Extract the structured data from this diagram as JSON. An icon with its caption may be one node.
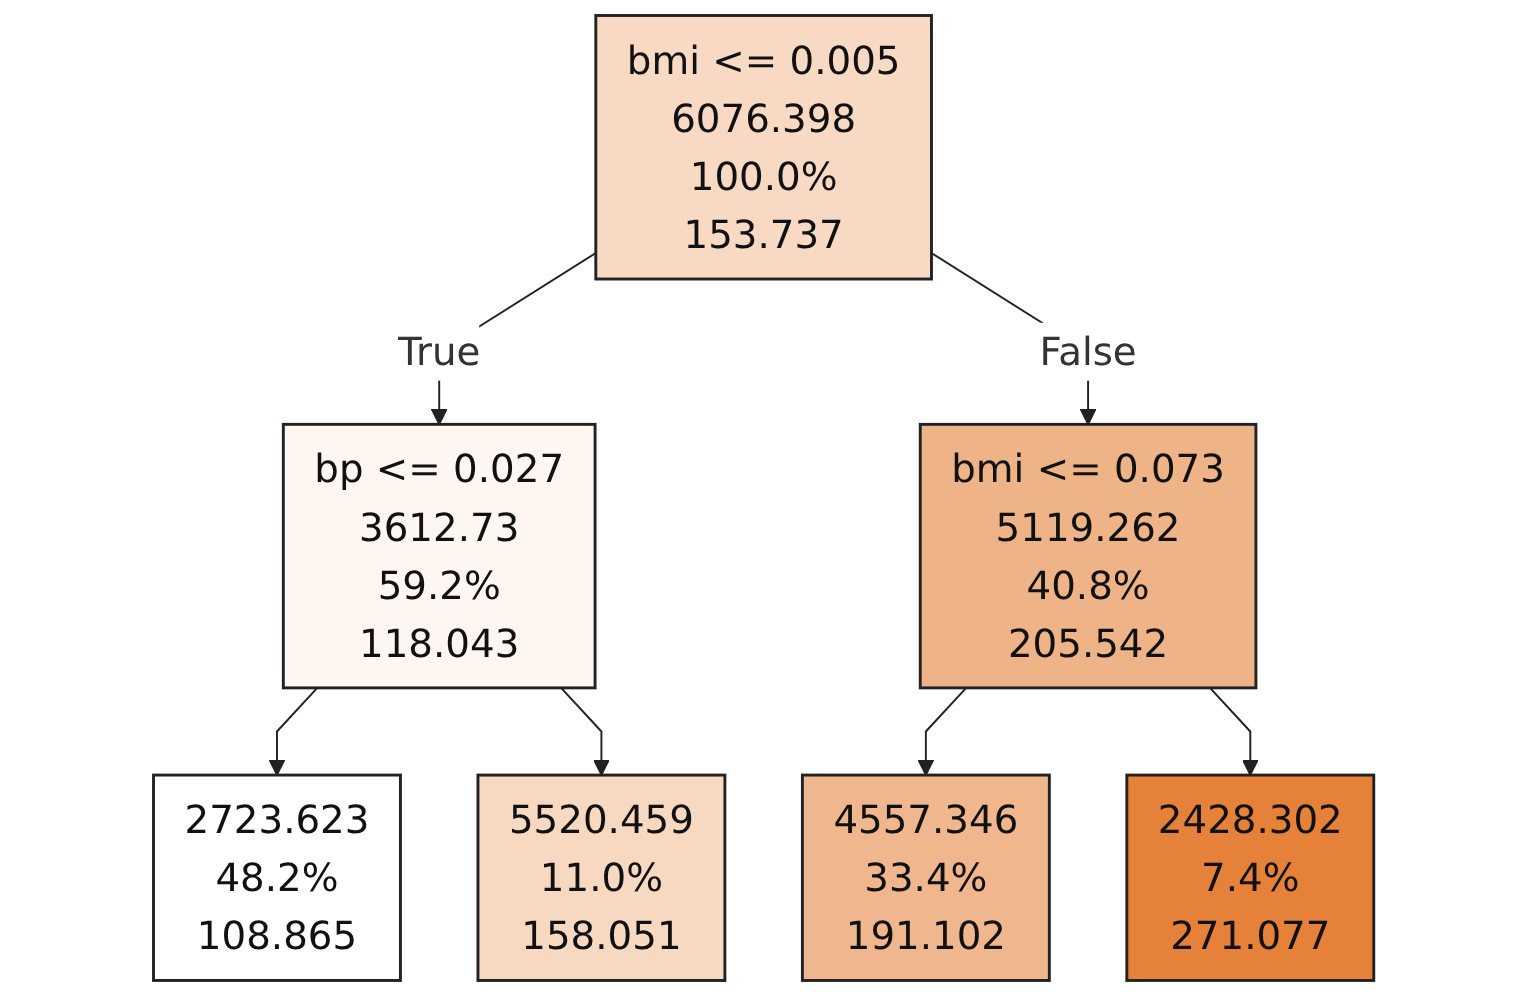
{
  "diagram": {
    "nodes": [
      {
        "text": [
          "bmi <= 0.005",
          "6076.398",
          "100.0%",
          "153.737"
        ]
      },
      {
        "text": [
          "bp <= 0.027",
          "3612.73",
          "59.2%",
          "118.043"
        ]
      },
      {
        "text": [
          "bmi <= 0.073",
          "5119.262",
          "40.8%",
          "205.542"
        ]
      },
      {
        "text": [
          "2723.623",
          "48.2%",
          "108.865"
        ]
      },
      {
        "text": [
          "5520.459",
          "11.0%",
          "158.051"
        ]
      },
      {
        "text": [
          "4557.346",
          "33.4%",
          "191.102"
        ]
      },
      {
        "text": [
          "2428.302",
          "7.4%",
          "271.077"
        ]
      }
    ],
    "edges": [
      {
        "from": 0,
        "to": 1,
        "arrow": "to",
        "label": "True"
      },
      {
        "from": 0,
        "to": 2,
        "arrow": "to",
        "label": "False"
      },
      {
        "from": 1,
        "to": 3,
        "arrow": "to"
      },
      {
        "from": 1,
        "to": 4,
        "arrow": "to"
      },
      {
        "from": 2,
        "to": 5,
        "arrow": "to"
      },
      {
        "from": 2,
        "to": 6,
        "arrow": "to"
      }
    ]
  }
}
